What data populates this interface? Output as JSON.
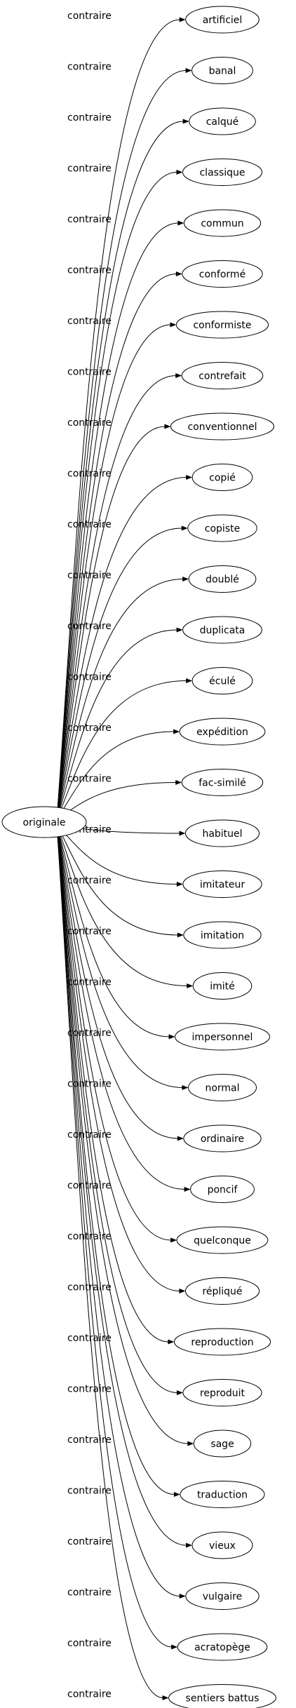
{
  "center": {
    "label": "originale"
  },
  "relation_label": "contraire",
  "targets": [
    "artificiel",
    "banal",
    "calqué",
    "classique",
    "commun",
    "conformé",
    "conformiste",
    "contrefait",
    "conventionnel",
    "copié",
    "copiste",
    "doublé",
    "duplicata",
    "éculé",
    "expédition",
    "fac-similé",
    "habituel",
    "imitateur",
    "imitation",
    "imité",
    "impersonnel",
    "normal",
    "ordinaire",
    "poncif",
    "quelconque",
    "répliqué",
    "reproduction",
    "reproduit",
    "sage",
    "traduction",
    "vieux",
    "vulgaire",
    "acratopège",
    "sentiers battus"
  ]
}
